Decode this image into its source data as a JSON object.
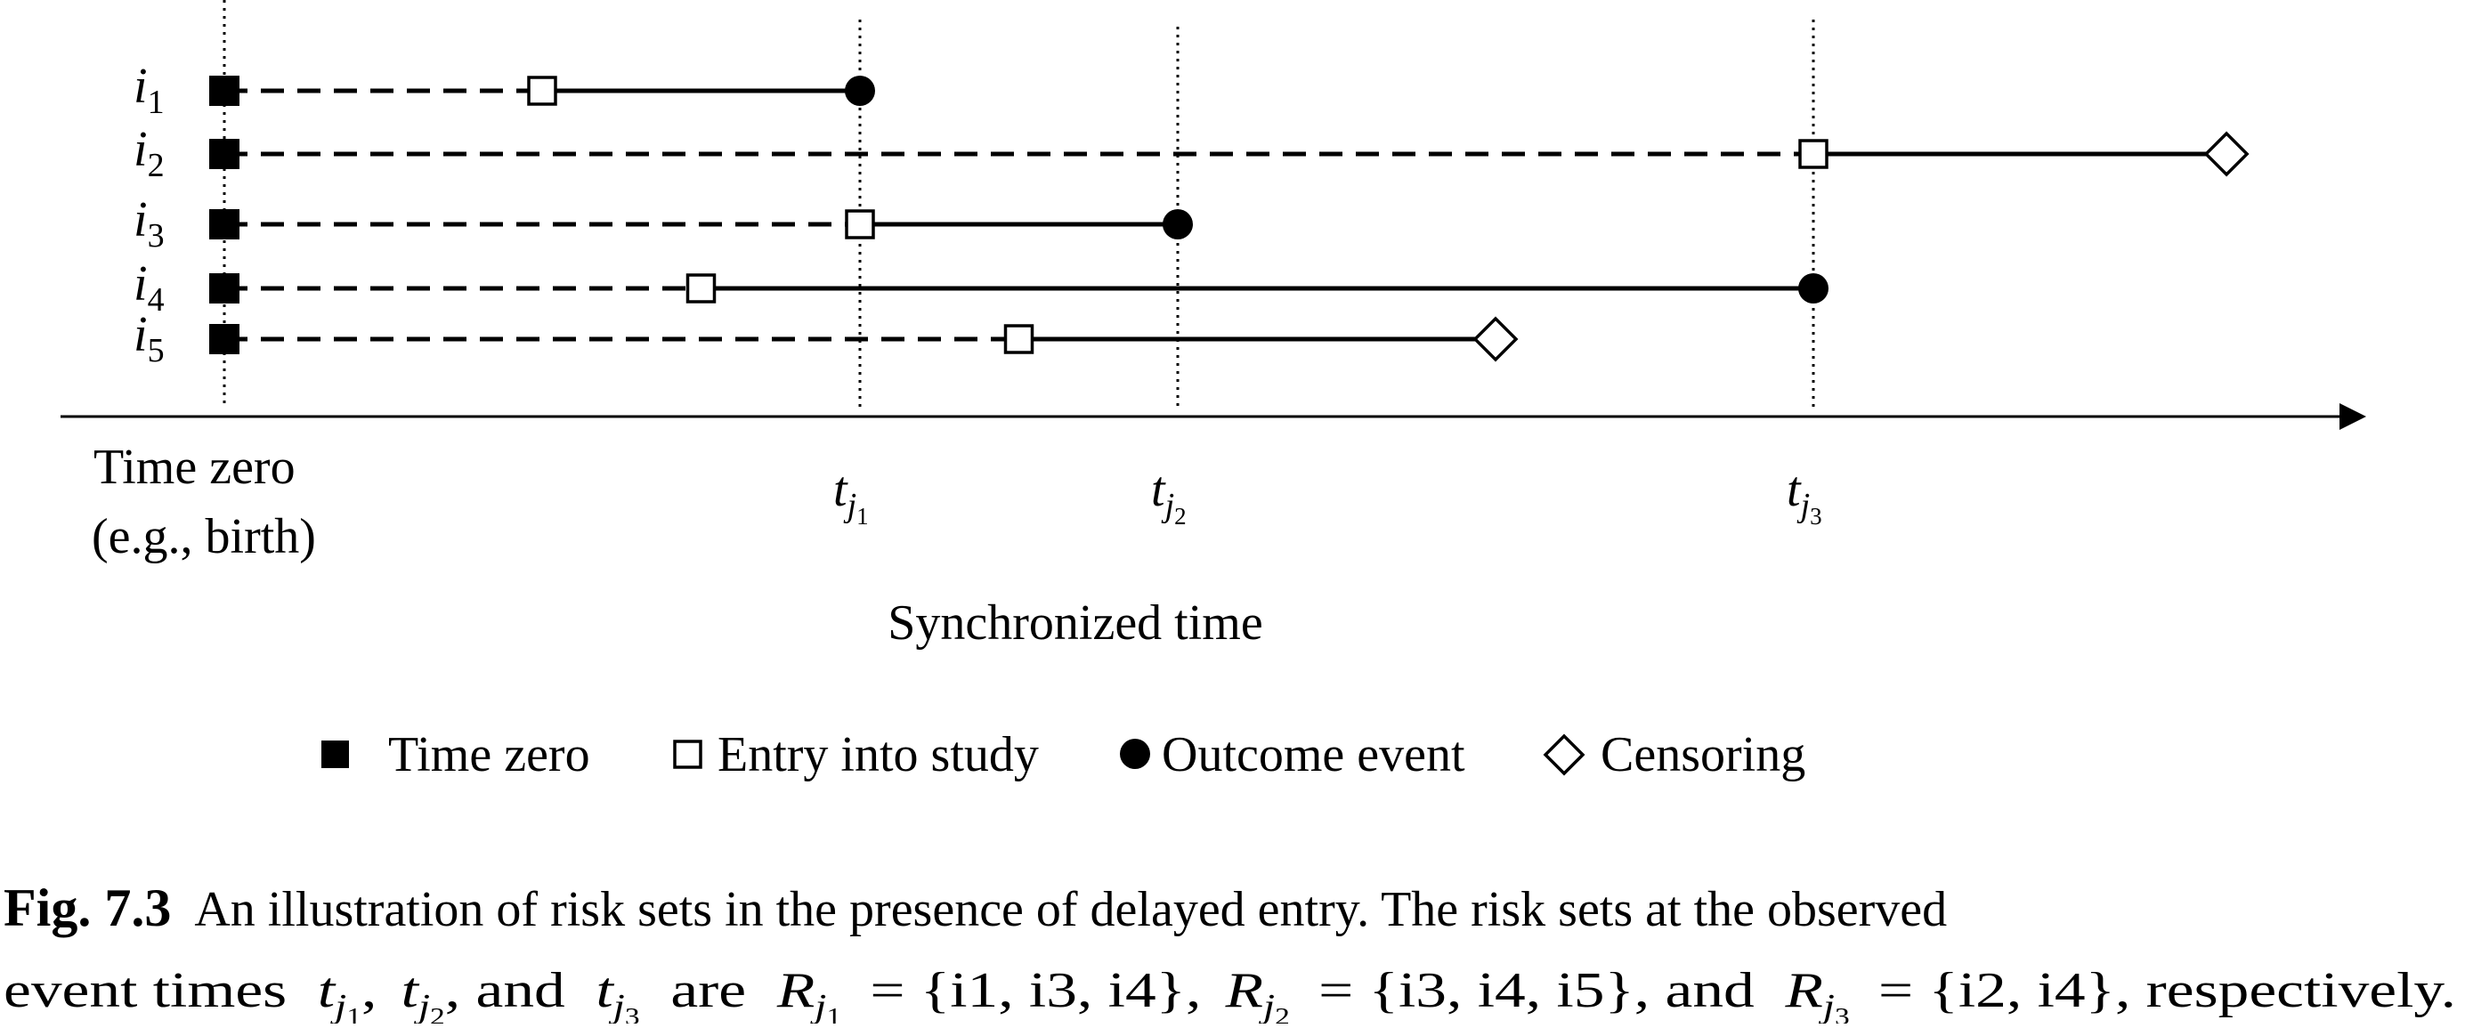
{
  "subjects": [
    {
      "label": "i",
      "sub": "1",
      "entry": 1.0,
      "end": 2.0,
      "outcome": "event"
    },
    {
      "label": "i",
      "sub": "2",
      "entry": 5.0,
      "end": 6.3,
      "outcome": "censoring"
    },
    {
      "label": "i",
      "sub": "3",
      "entry": 2.0,
      "end": 3.0,
      "outcome": "event"
    },
    {
      "label": "i",
      "sub": "4",
      "entry": 1.5,
      "end": 5.0,
      "outcome": "event"
    },
    {
      "label": "i",
      "sub": "5",
      "entry": 2.5,
      "end": 4.0,
      "outcome": "censoring"
    }
  ],
  "axis": {
    "time_zero_label_line1": "Time zero",
    "time_zero_label_line2": "(e.g., birth)",
    "axis_title": "Synchronized time",
    "event_times": [
      {
        "symbol": "t",
        "sub": "j",
        "subsub": "1"
      },
      {
        "symbol": "t",
        "sub": "j",
        "subsub": "2"
      },
      {
        "symbol": "t",
        "sub": "j",
        "subsub": "3"
      }
    ]
  },
  "legend": {
    "time_zero": "Time zero",
    "entry": "Entry into study",
    "event": "Outcome event",
    "censoring": "Censoring"
  },
  "caption": {
    "fig_label": "Fig. 7.3",
    "line1_text": "An illustration of risk sets in the presence of delayed entry. The risk sets at the observed",
    "line2_a": "event times",
    "line2_comma1": ",",
    "line2_comma_and": ", and",
    "line2_are": "are",
    "risk_symbol": "R",
    "set1": "= {i1, i3, i4}",
    "set2": "= {i3, i4, i5}",
    "set3": "= {i2, i4}",
    "sep1": ",",
    "sep_and": ", and",
    "end": ", respectively."
  }
}
